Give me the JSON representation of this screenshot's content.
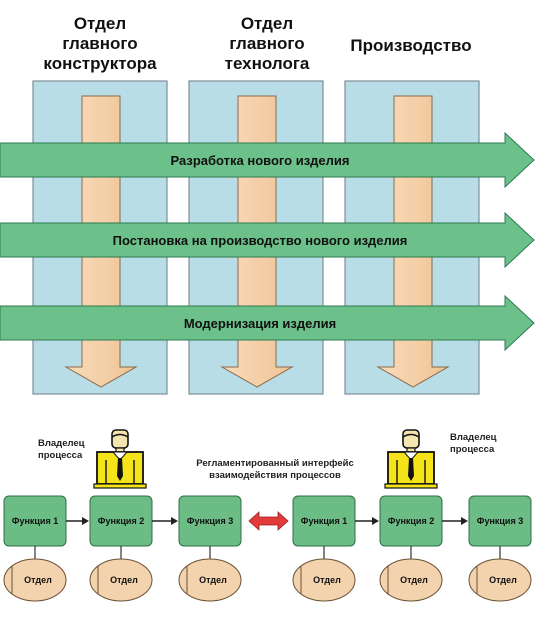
{
  "columns": [
    {
      "lines": [
        "Отдел",
        "главного",
        "конструктора"
      ]
    },
    {
      "lines": [
        "Отдел",
        "главного",
        "технолога"
      ]
    },
    {
      "lines": [
        "Производство"
      ]
    }
  ],
  "processes": [
    "Разработка нового изделия",
    "Постановка на производство нового изделия",
    "Модернизация изделия"
  ],
  "owners": [
    {
      "lines": [
        "Владелец",
        "процесса"
      ]
    },
    {
      "lines": [
        "Владелец",
        "процесса"
      ]
    }
  ],
  "interface_label": {
    "lines": [
      "Регламентированный интерфейс",
      "взаимодействия процессов"
    ]
  },
  "functions_left": [
    "Функция 1",
    "Функция 2",
    "Функция 3"
  ],
  "functions_right": [
    "Функция 1",
    "Функция 2",
    "Функция 3"
  ],
  "department_label": "Отдел",
  "colors": {
    "column_fill": "#b8dde6",
    "column_stroke": "#7e8e95",
    "down_arrow_fill": "#f5cfa6",
    "down_arrow_stroke": "#8a6a4a",
    "process_arrow_fill": "#6cc08a",
    "process_arrow_stroke": "#2f7a4f",
    "function_fill": "#6cbc86",
    "department_fill": "#f3d3ad",
    "interface_arrow": "#e23b3b",
    "owner_shirt": "#f6e41a"
  }
}
